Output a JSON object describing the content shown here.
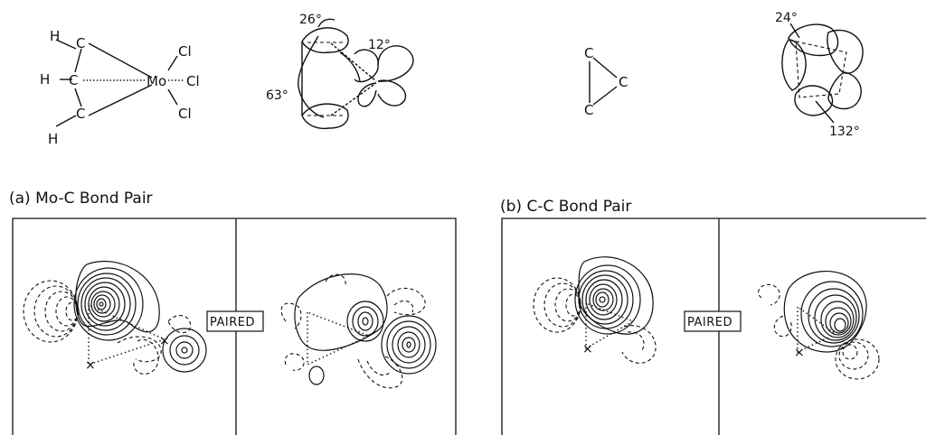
{
  "top_row": {
    "molecule": {
      "atoms": {
        "h_upper": "H",
        "h_middle": "H",
        "h_lower": "H",
        "c_upper": "C",
        "c_middle": "C",
        "c_lower": "C",
        "mo": "Mo",
        "cl_upper": "Cl",
        "cl_middle": "Cl",
        "cl_lower": "Cl"
      }
    },
    "mo_lobes": {
      "angle_upper": "26°",
      "angle_right": "12°",
      "angle_left": "63°"
    },
    "ring": {
      "c_left_top": "C",
      "c_left_bottom": "C",
      "c_right": "C"
    },
    "cc_lobes": {
      "angle_top": "24°",
      "angle_bottom": "132°"
    }
  },
  "panel_a": {
    "caption": "(a)  Mo-C  Bond  Pair",
    "paired_label": "PAIRED"
  },
  "panel_b": {
    "caption": "(b)  C-C  Bond  Pair",
    "paired_label": "PAIRED"
  }
}
